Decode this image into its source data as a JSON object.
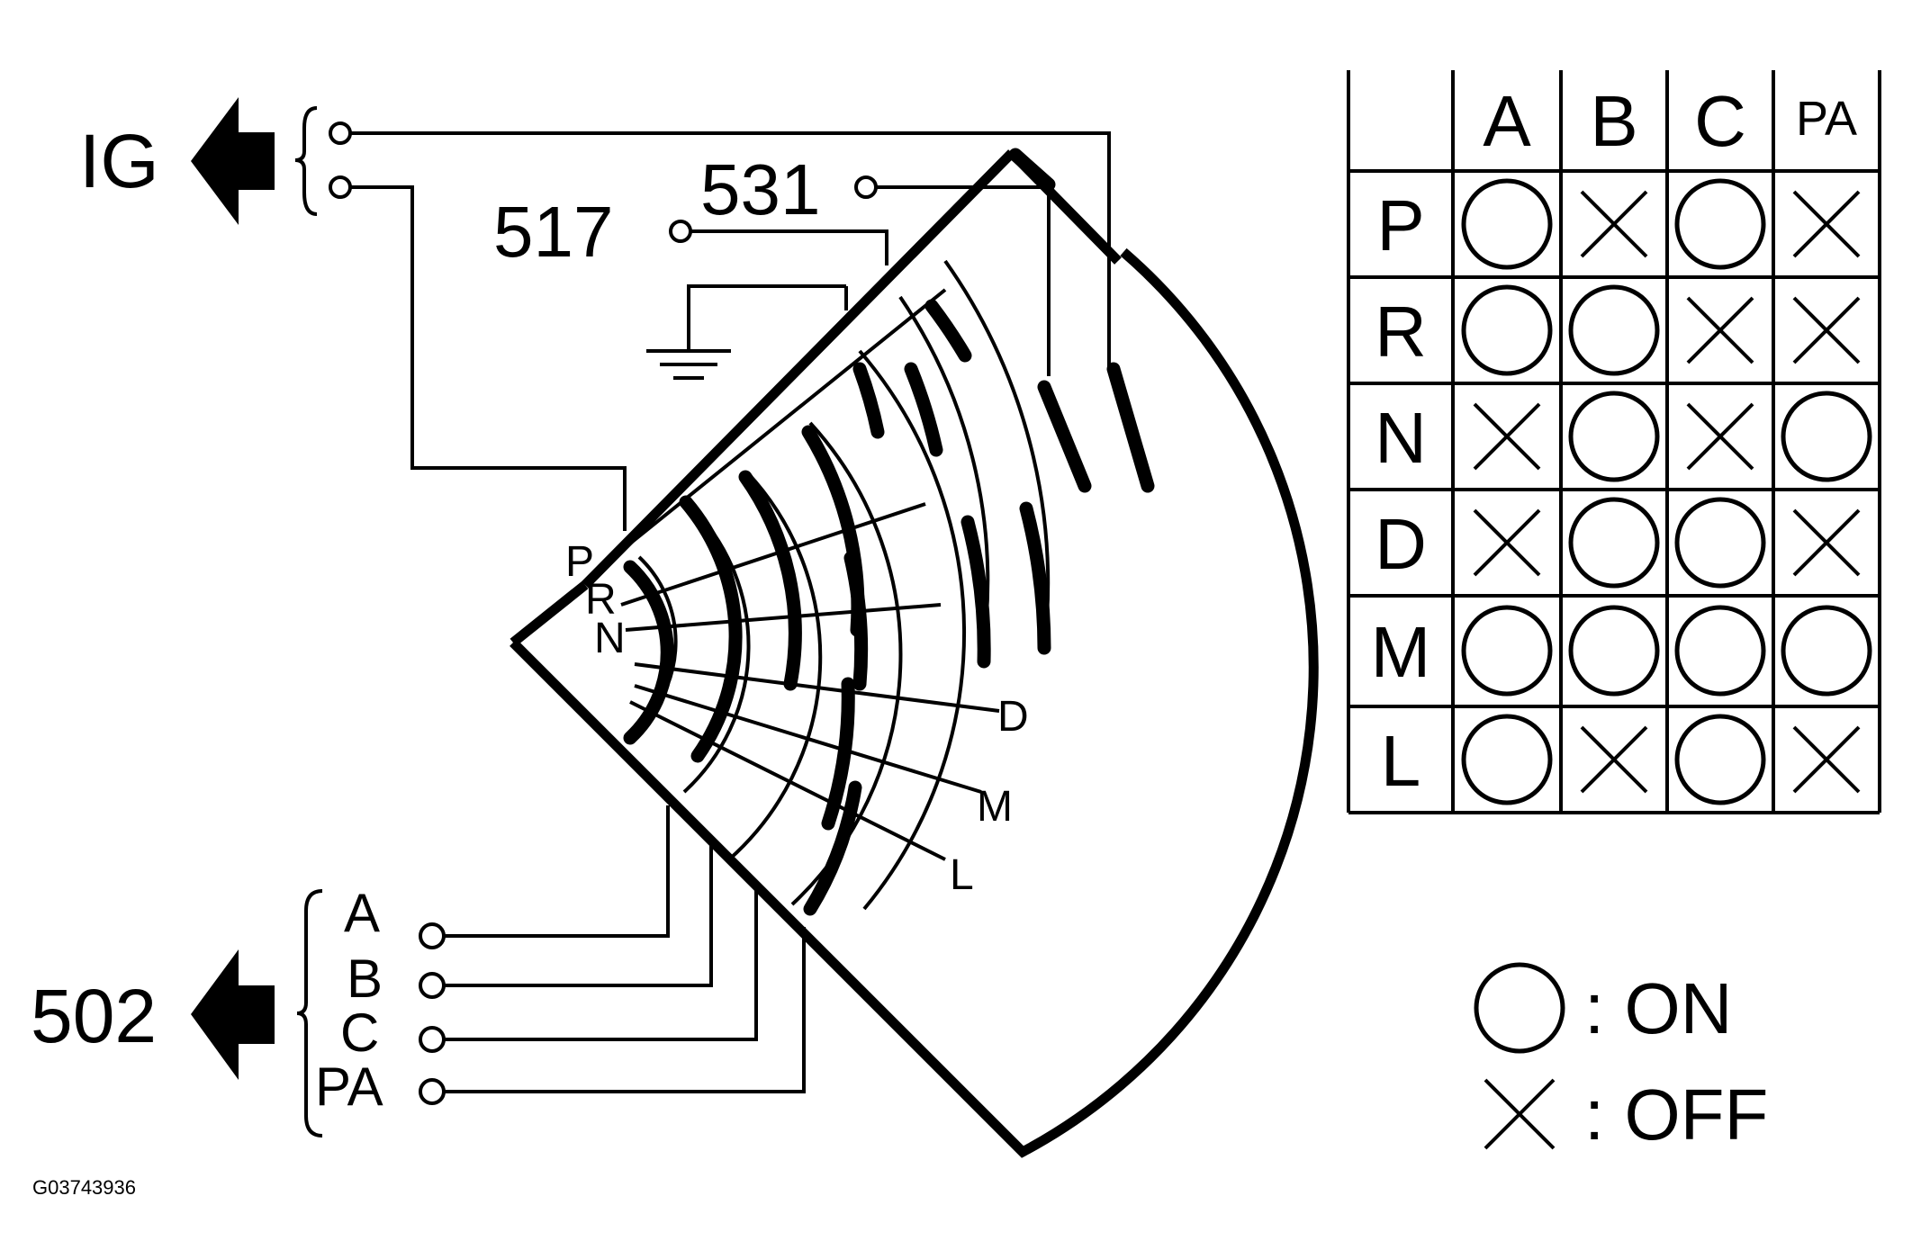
{
  "figure_id": "G03743936",
  "connectors": {
    "ig": "IG",
    "c517": "517",
    "c531": "531",
    "c502": "502"
  },
  "outputs": [
    "A",
    "B",
    "C",
    "PA"
  ],
  "positions": {
    "left": [
      "P",
      "R",
      "N"
    ],
    "right": [
      "D",
      "M",
      "L"
    ]
  },
  "truth_table": {
    "columns": [
      "A",
      "B",
      "C",
      "PA"
    ],
    "rows": [
      {
        "pos": "P",
        "states": [
          "ON",
          "OFF",
          "ON",
          "OFF"
        ]
      },
      {
        "pos": "R",
        "states": [
          "ON",
          "ON",
          "OFF",
          "OFF"
        ]
      },
      {
        "pos": "N",
        "states": [
          "OFF",
          "ON",
          "OFF",
          "ON"
        ]
      },
      {
        "pos": "D",
        "states": [
          "OFF",
          "ON",
          "ON",
          "OFF"
        ]
      },
      {
        "pos": "M",
        "states": [
          "ON",
          "ON",
          "ON",
          "ON"
        ]
      },
      {
        "pos": "L",
        "states": [
          "ON",
          "OFF",
          "ON",
          "OFF"
        ]
      }
    ]
  },
  "legend": {
    "on": ": ON",
    "off": ": OFF"
  }
}
